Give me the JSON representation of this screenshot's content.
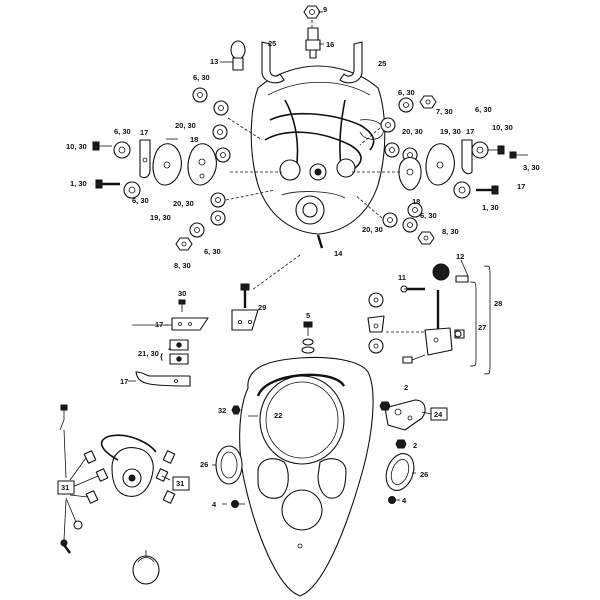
{
  "callouts": {
    "c_9": "9",
    "c_16": "16",
    "c_25_left": "25",
    "c_25_right": "25",
    "c_13": "13",
    "c_6_30_a": "6, 30",
    "c_6_30_b": "6, 30",
    "c_6_30_c": "6, 30",
    "c_6_30_d": "6, 30",
    "c_6_30_e": "6, 30",
    "c_6_30_f": "6, 30",
    "c_6_30_g": "6, 30",
    "c_7_30": "7, 30",
    "c_20_30_a": "20, 30",
    "c_20_30_b": "20, 30",
    "c_20_30_c": "20, 30",
    "c_20_30_d": "20, 30",
    "c_10_30_left": "10, 30",
    "c_10_30_right": "10, 30",
    "c_17_a": "17",
    "c_17_b": "17",
    "c_17_c": "17",
    "c_17_d": "17",
    "c_18_left": "18",
    "c_18_right": "18",
    "c_19_30_left": "19, 30",
    "c_19_30_right": "19, 30",
    "c_1_30_left": "1, 30",
    "c_1_30_right": "1, 30",
    "c_3_30": "3, 30",
    "c_8_30_left": "8, 30",
    "c_8_30_right": "8, 30",
    "c_14": "14",
    "c_11": "11",
    "c_12": "12",
    "c_28": "28",
    "c_27": "27",
    "c_29": "29",
    "c_30": "30",
    "c_21_30": "21, 30",
    "c_5": "5",
    "c_32": "32",
    "c_22": "22",
    "c_2_a": "2",
    "c_2_b": "2",
    "c_24": "24",
    "c_26_left": "26",
    "c_26_right": "26",
    "c_4_left": "4",
    "c_4_right": "4",
    "c_31_left": "31",
    "c_31_right": "31"
  },
  "icons": {
    "headlamp_shell": "headlamp-shell-icon",
    "housing": "nacelle-housing-icon",
    "bracket": "mounting-bracket-icon",
    "washer": "washer-icon",
    "nut": "nut-icon",
    "screw": "screw-icon",
    "lamp_unit": "lamp-unit-icon",
    "grommet": "grommet-icon"
  }
}
